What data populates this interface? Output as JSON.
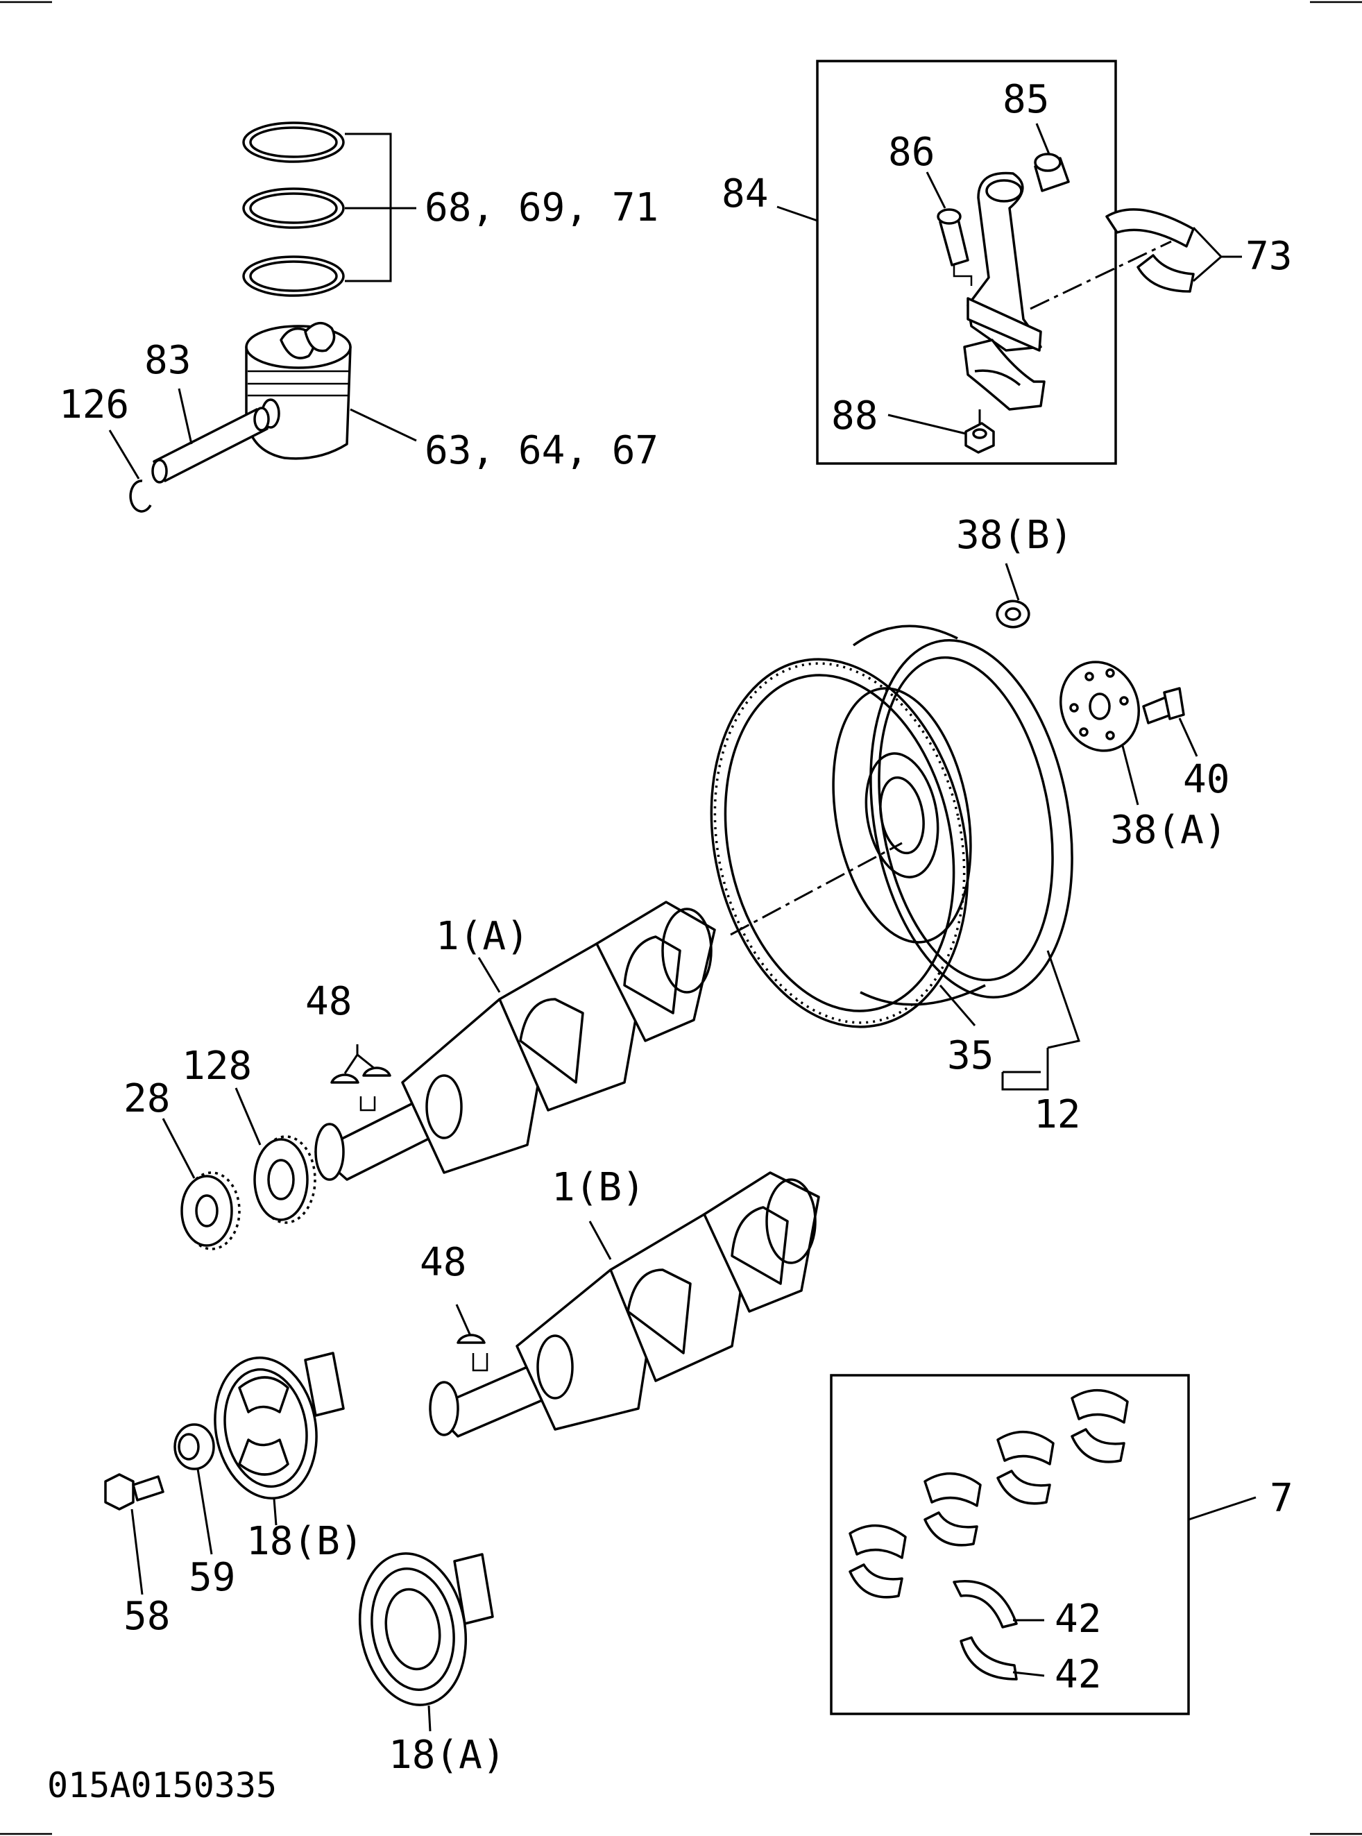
{
  "diagram": {
    "code": "015A0150335",
    "labels": {
      "rings": "68, 69, 71",
      "pin": "83",
      "clip": "126",
      "piston": "63, 64, 67",
      "rod_assy": "84",
      "bushing": "85",
      "rod_bolt": "86",
      "rod_bearing": "73",
      "rod_nut": "88",
      "washer_b": "38(B)",
      "plate_a": "38(A)",
      "fw_bolt": "40",
      "crank_a": "1(A)",
      "key_a": "48",
      "gear_128": "128",
      "gear_28": "28",
      "ring_gear": "35",
      "flywheel": "12",
      "crank_b": "1(B)",
      "key_b": "48",
      "pulley_b": "18(B)",
      "washer_59": "59",
      "bolt_58": "58",
      "pulley_a": "18(A)",
      "main_bearing": "7",
      "thrust_1": "42",
      "thrust_2": "42"
    }
  }
}
